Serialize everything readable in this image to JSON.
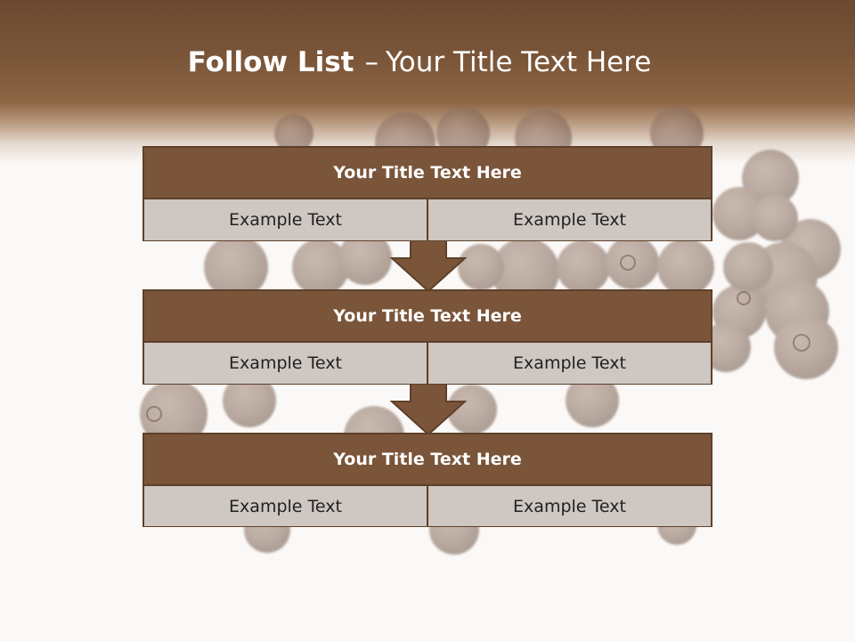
{
  "slide": {
    "title_bold": "Follow List",
    "title_dash": "–",
    "title_rest": "Your Title Text Here"
  },
  "blocks": [
    {
      "title": "Your Title Text Here",
      "left": "Example Text",
      "right": "Example Text"
    },
    {
      "title": "Your Title Text Here",
      "left": "Example Text",
      "right": "Example Text"
    },
    {
      "title": "Your Title Text Here",
      "left": "Example Text",
      "right": "Example Text"
    }
  ],
  "colors": {
    "header_brown": "#7a5538",
    "block_title_bg": "#7a553a",
    "cell_bg": "#cec7c2",
    "border": "#5e4029"
  }
}
